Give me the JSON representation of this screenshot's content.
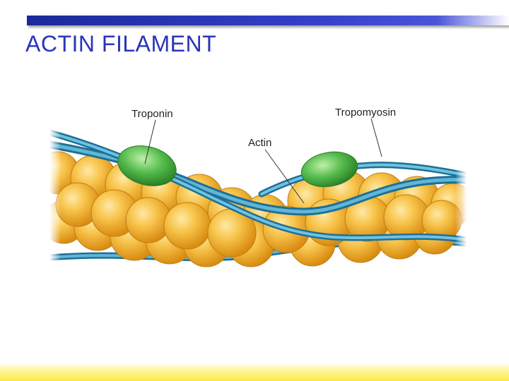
{
  "slide": {
    "title": "ACTIN FILAMENT",
    "accent_color": "#2b35b8",
    "footer_color": "#fde94a"
  },
  "diagram": {
    "labels": {
      "troponin": "Troponin",
      "tropomyosin": "Tropomyosin",
      "actin": "Actin"
    },
    "colors": {
      "actin": "#f3b53a",
      "tropomyosin": "#3f9cc2",
      "troponin": "#4fb548"
    }
  }
}
